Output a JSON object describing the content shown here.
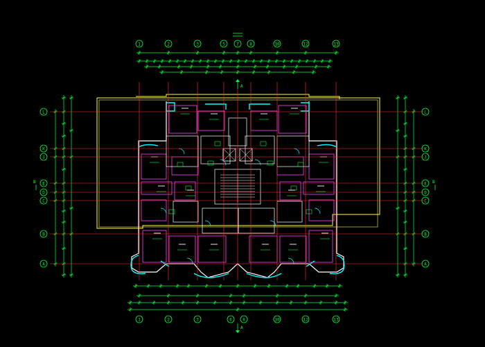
{
  "drawing": {
    "colors": {
      "background": "#000000",
      "grid_line": "#ff3030",
      "dimension": "#00ff40",
      "wall": "#ffffff",
      "room_outline": "#ff40ff",
      "outer_wall": "#ffff40",
      "window": "#00ffff",
      "label": "#ffffff"
    },
    "column_axes": [
      "1",
      "2",
      "3",
      "5",
      "7",
      "8",
      "10",
      "12",
      "13"
    ],
    "bottom_axes": [
      "1",
      "2",
      "3",
      "6",
      "8",
      "10",
      "12",
      "13"
    ],
    "row_axes": [
      "L",
      "K",
      "J",
      "E",
      "D",
      "C",
      "B",
      "A"
    ],
    "section_mark": "A",
    "side_mark": "B"
  }
}
